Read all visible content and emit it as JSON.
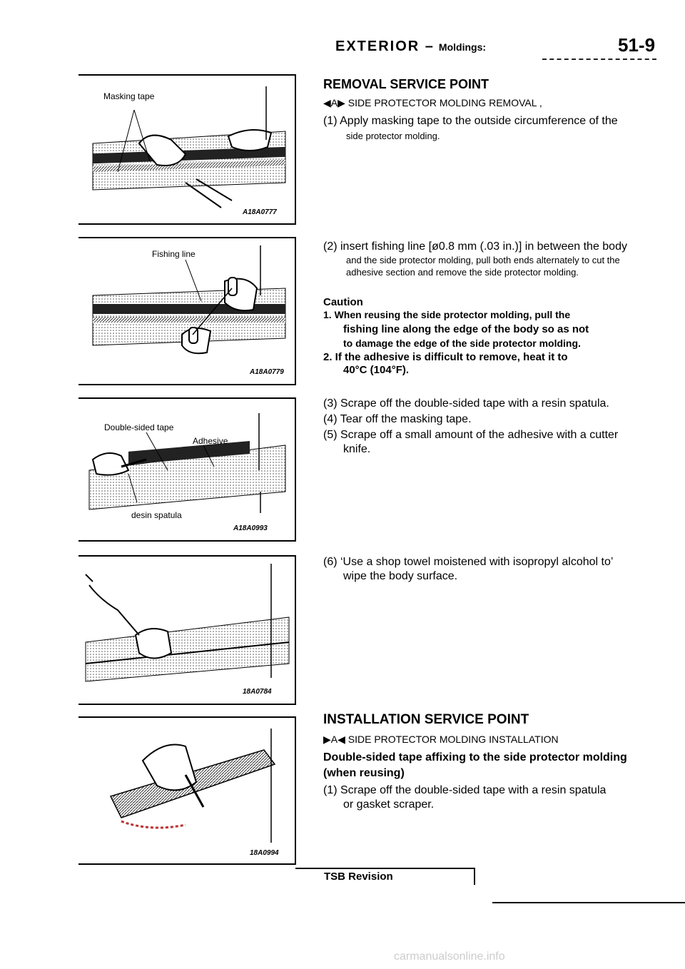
{
  "header": {
    "section": "EXTERIOR –",
    "subsection": "Moldings:",
    "page": "51-9"
  },
  "figures": [
    {
      "labels": [
        "Masking tape"
      ],
      "code": "A18A0777"
    },
    {
      "labels": [
        "Fishing line"
      ],
      "code": "A18A0779"
    },
    {
      "labels": [
        "Double-sided tape",
        "Adhesive",
        "desin spatula"
      ],
      "code": "A18A0993"
    },
    {
      "labels": [],
      "code": "18A0784"
    },
    {
      "labels": [],
      "code": "18A0994"
    }
  ],
  "removal": {
    "heading": "REMOVAL SERVICE POINT",
    "marker": "◀A▶",
    "subheading": "SIDE PROTECTOR MOLDING REMOVAL ,",
    "step1_main": "(1) Apply masking tape to the outside circumference of the",
    "step1_cont": "side protector molding.",
    "step2_main": "(2) insert fishing line [ø0.8 mm (.03 in.)] in between the body",
    "step2_cont": "and the side protector molding, pull both ends alternately to cut the adhesive section and remove the side protector molding.",
    "caution_title": "Caution",
    "caution_1a": "1. When reusing the side protector molding, pull the",
    "caution_1b": "fishing line along the edge of the body so as not",
    "caution_1c": "to damage the edge of the side protector molding.",
    "caution_2a": "2. If the adhesive is difficult to remove, heat it to",
    "caution_2b": "40°C (104°F).",
    "step3": "(3) Scrape off the double-sided tape with a resin spatula.",
    "step4": "(4) Tear off the masking tape.",
    "step5_main": "(5) Scrape off a small amount of the adhesive with a cutter",
    "step5_cont": "knife.",
    "step6_main": "(6) ‘Use a shop towel moistened with isopropyl alcohol to’",
    "step6_cont": "wipe the body surface."
  },
  "installation": {
    "heading": "INSTALLATION SERVICE POINT",
    "marker": "▶A◀",
    "subheading": "SIDE PROTECTOR MOLDING INSTALLATION",
    "title_a": "Double-sided tape affixing to the side protector molding",
    "title_b": "(when reusing)",
    "step1_main": "(1) Scrape off the double-sided tape with a resin spatula",
    "step1_cont": "or gasket scraper."
  },
  "footer": {
    "tsb": "TSB Revision",
    "watermark": "carmanualsonline.info"
  }
}
